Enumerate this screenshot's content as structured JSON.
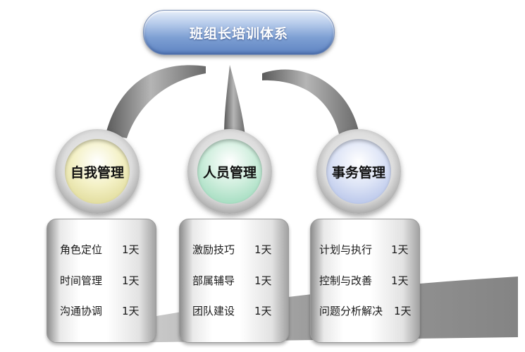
{
  "title": "班组长培训体系",
  "branches": [
    {
      "label": "自我管理",
      "items": [
        {
          "name": "角色定位",
          "days": "1天"
        },
        {
          "name": "时间管理",
          "days": "1天"
        },
        {
          "name": "沟通协调",
          "days": "1天"
        }
      ]
    },
    {
      "label": "人员管理",
      "items": [
        {
          "name": "激励技巧",
          "days": "1天"
        },
        {
          "name": "部属辅导",
          "days": "1天"
        },
        {
          "name": "团队建设",
          "days": "1天"
        }
      ]
    },
    {
      "label": "事务管理",
      "items": [
        {
          "name": "计划与执行",
          "days": "1天"
        },
        {
          "name": "控制与改善",
          "days": "1天"
        },
        {
          "name": "问题分析解决",
          "days": "1天"
        }
      ]
    }
  ],
  "colors": {
    "title_blue": "#7d9fd3",
    "node_yellow": "#f4f1c6",
    "node_green": "#cfeedd",
    "node_blue": "#dde4f6"
  }
}
